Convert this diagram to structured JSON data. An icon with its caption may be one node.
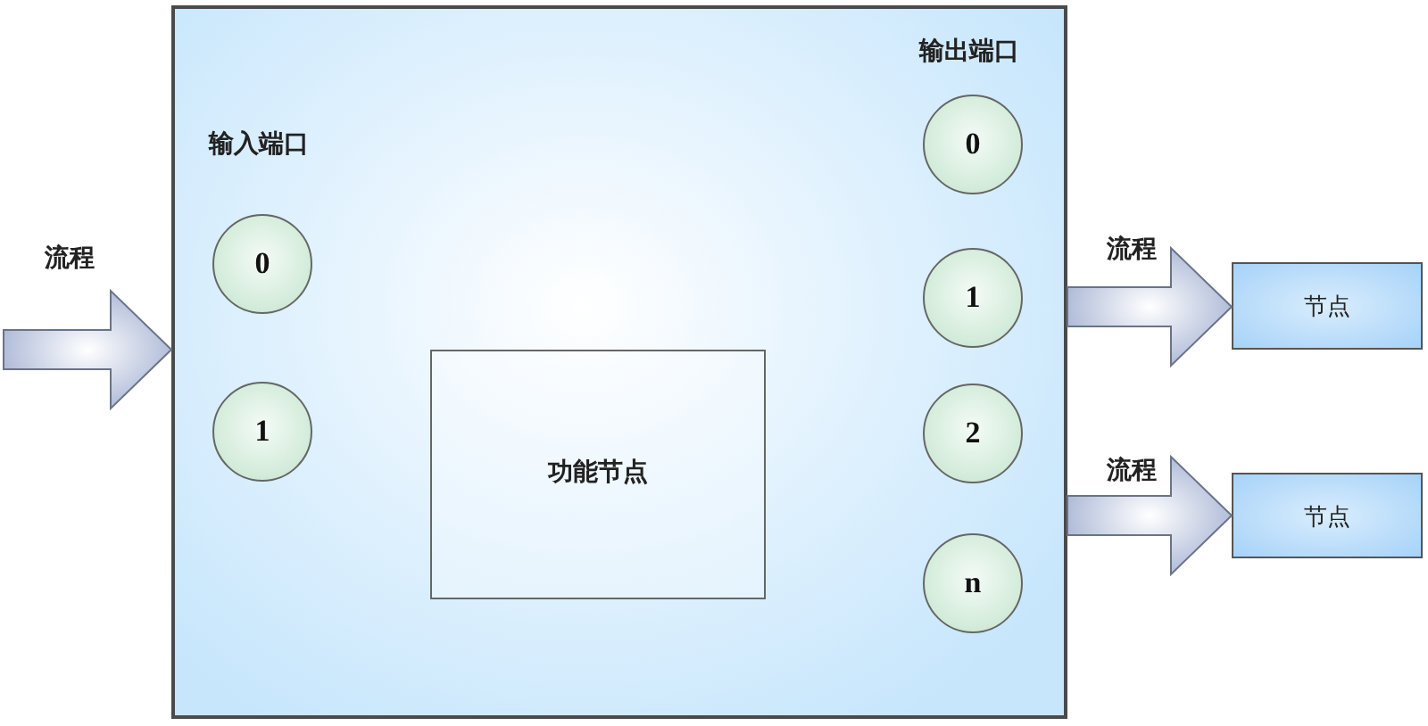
{
  "diagram": {
    "nodes": [
      {
        "text": [],
        "shape": "box"
      },
      {
        "text": [
          "0"
        ],
        "in": 0
      },
      {
        "text": [
          "1"
        ],
        "in": 0
      },
      {
        "text": [
          "功能节点"
        ],
        "in": 0
      },
      {
        "text": [
          "0"
        ],
        "in": 0
      },
      {
        "text": [
          "1"
        ],
        "in": 0
      },
      {
        "text": [
          "2"
        ],
        "in": 0
      },
      {
        "text": [
          "n"
        ],
        "in": 0
      },
      {
        "text": [
          "节点"
        ]
      },
      {
        "text": [
          "节点"
        ]
      }
    ],
    "edges": [
      {
        "from": null,
        "to": 0,
        "arrow": "to",
        "label": "流程"
      },
      {
        "from": 0,
        "to": 8,
        "arrow": "to",
        "label": "流程"
      },
      {
        "from": 0,
        "to": 9,
        "arrow": "to",
        "label": "流程"
      }
    ],
    "labels": [
      "输入端口",
      "输出端口"
    ]
  }
}
